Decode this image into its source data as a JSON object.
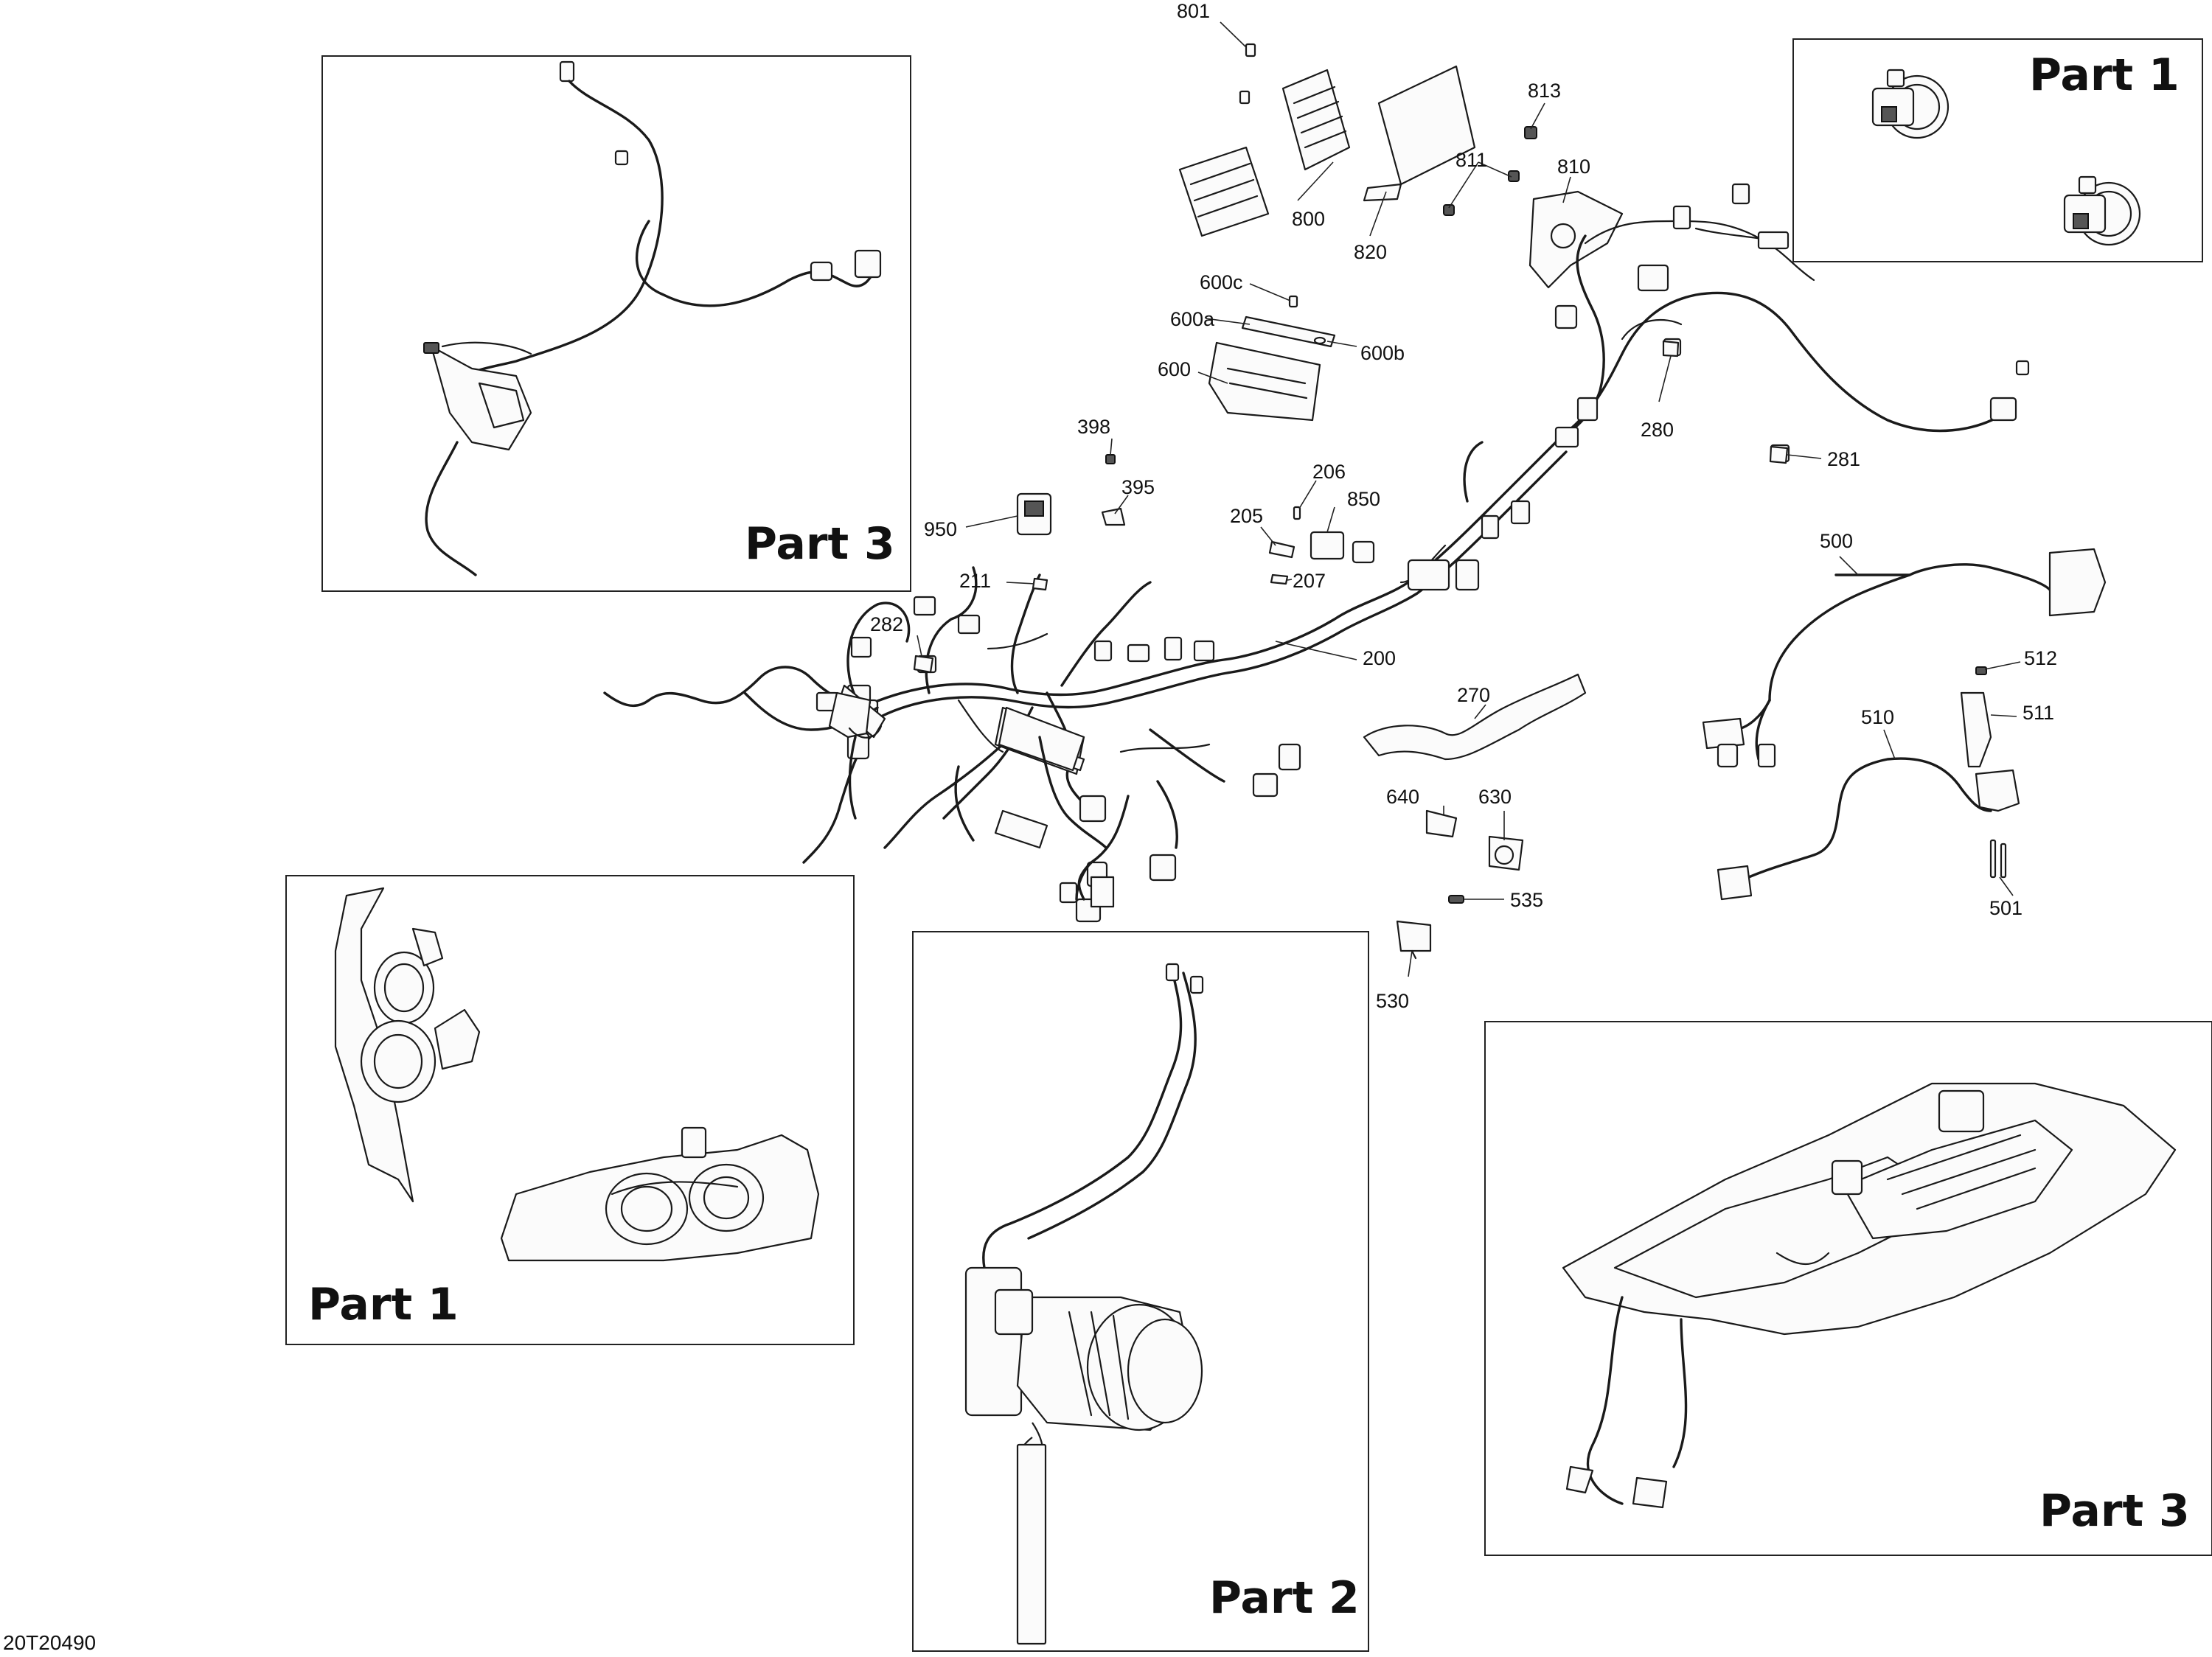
{
  "document_id": "20T20490",
  "inset_labels": {
    "top_left": "Part 3",
    "top_right": "Part 1",
    "middle_left": "Part 1",
    "bottom_center": "Part 2",
    "bottom_right": "Part 3"
  },
  "callouts": {
    "c801": "801",
    "c800": "800",
    "c820": "820",
    "c813": "813",
    "c811": "811",
    "c810": "810",
    "c600c": "600c",
    "c600a": "600a",
    "c600b": "600b",
    "c600": "600",
    "c398": "398",
    "c395": "395",
    "c950": "950",
    "c206": "206",
    "c850": "850",
    "c205": "205",
    "c207": "207",
    "c211": "211",
    "c282": "282",
    "c200": "200",
    "c280": "280",
    "c281": "281",
    "c500": "500",
    "c512": "512",
    "c511": "511",
    "c510": "510",
    "c501": "501",
    "c270": "270",
    "c640": "640",
    "c630": "630",
    "c535": "535",
    "c530": "530"
  }
}
